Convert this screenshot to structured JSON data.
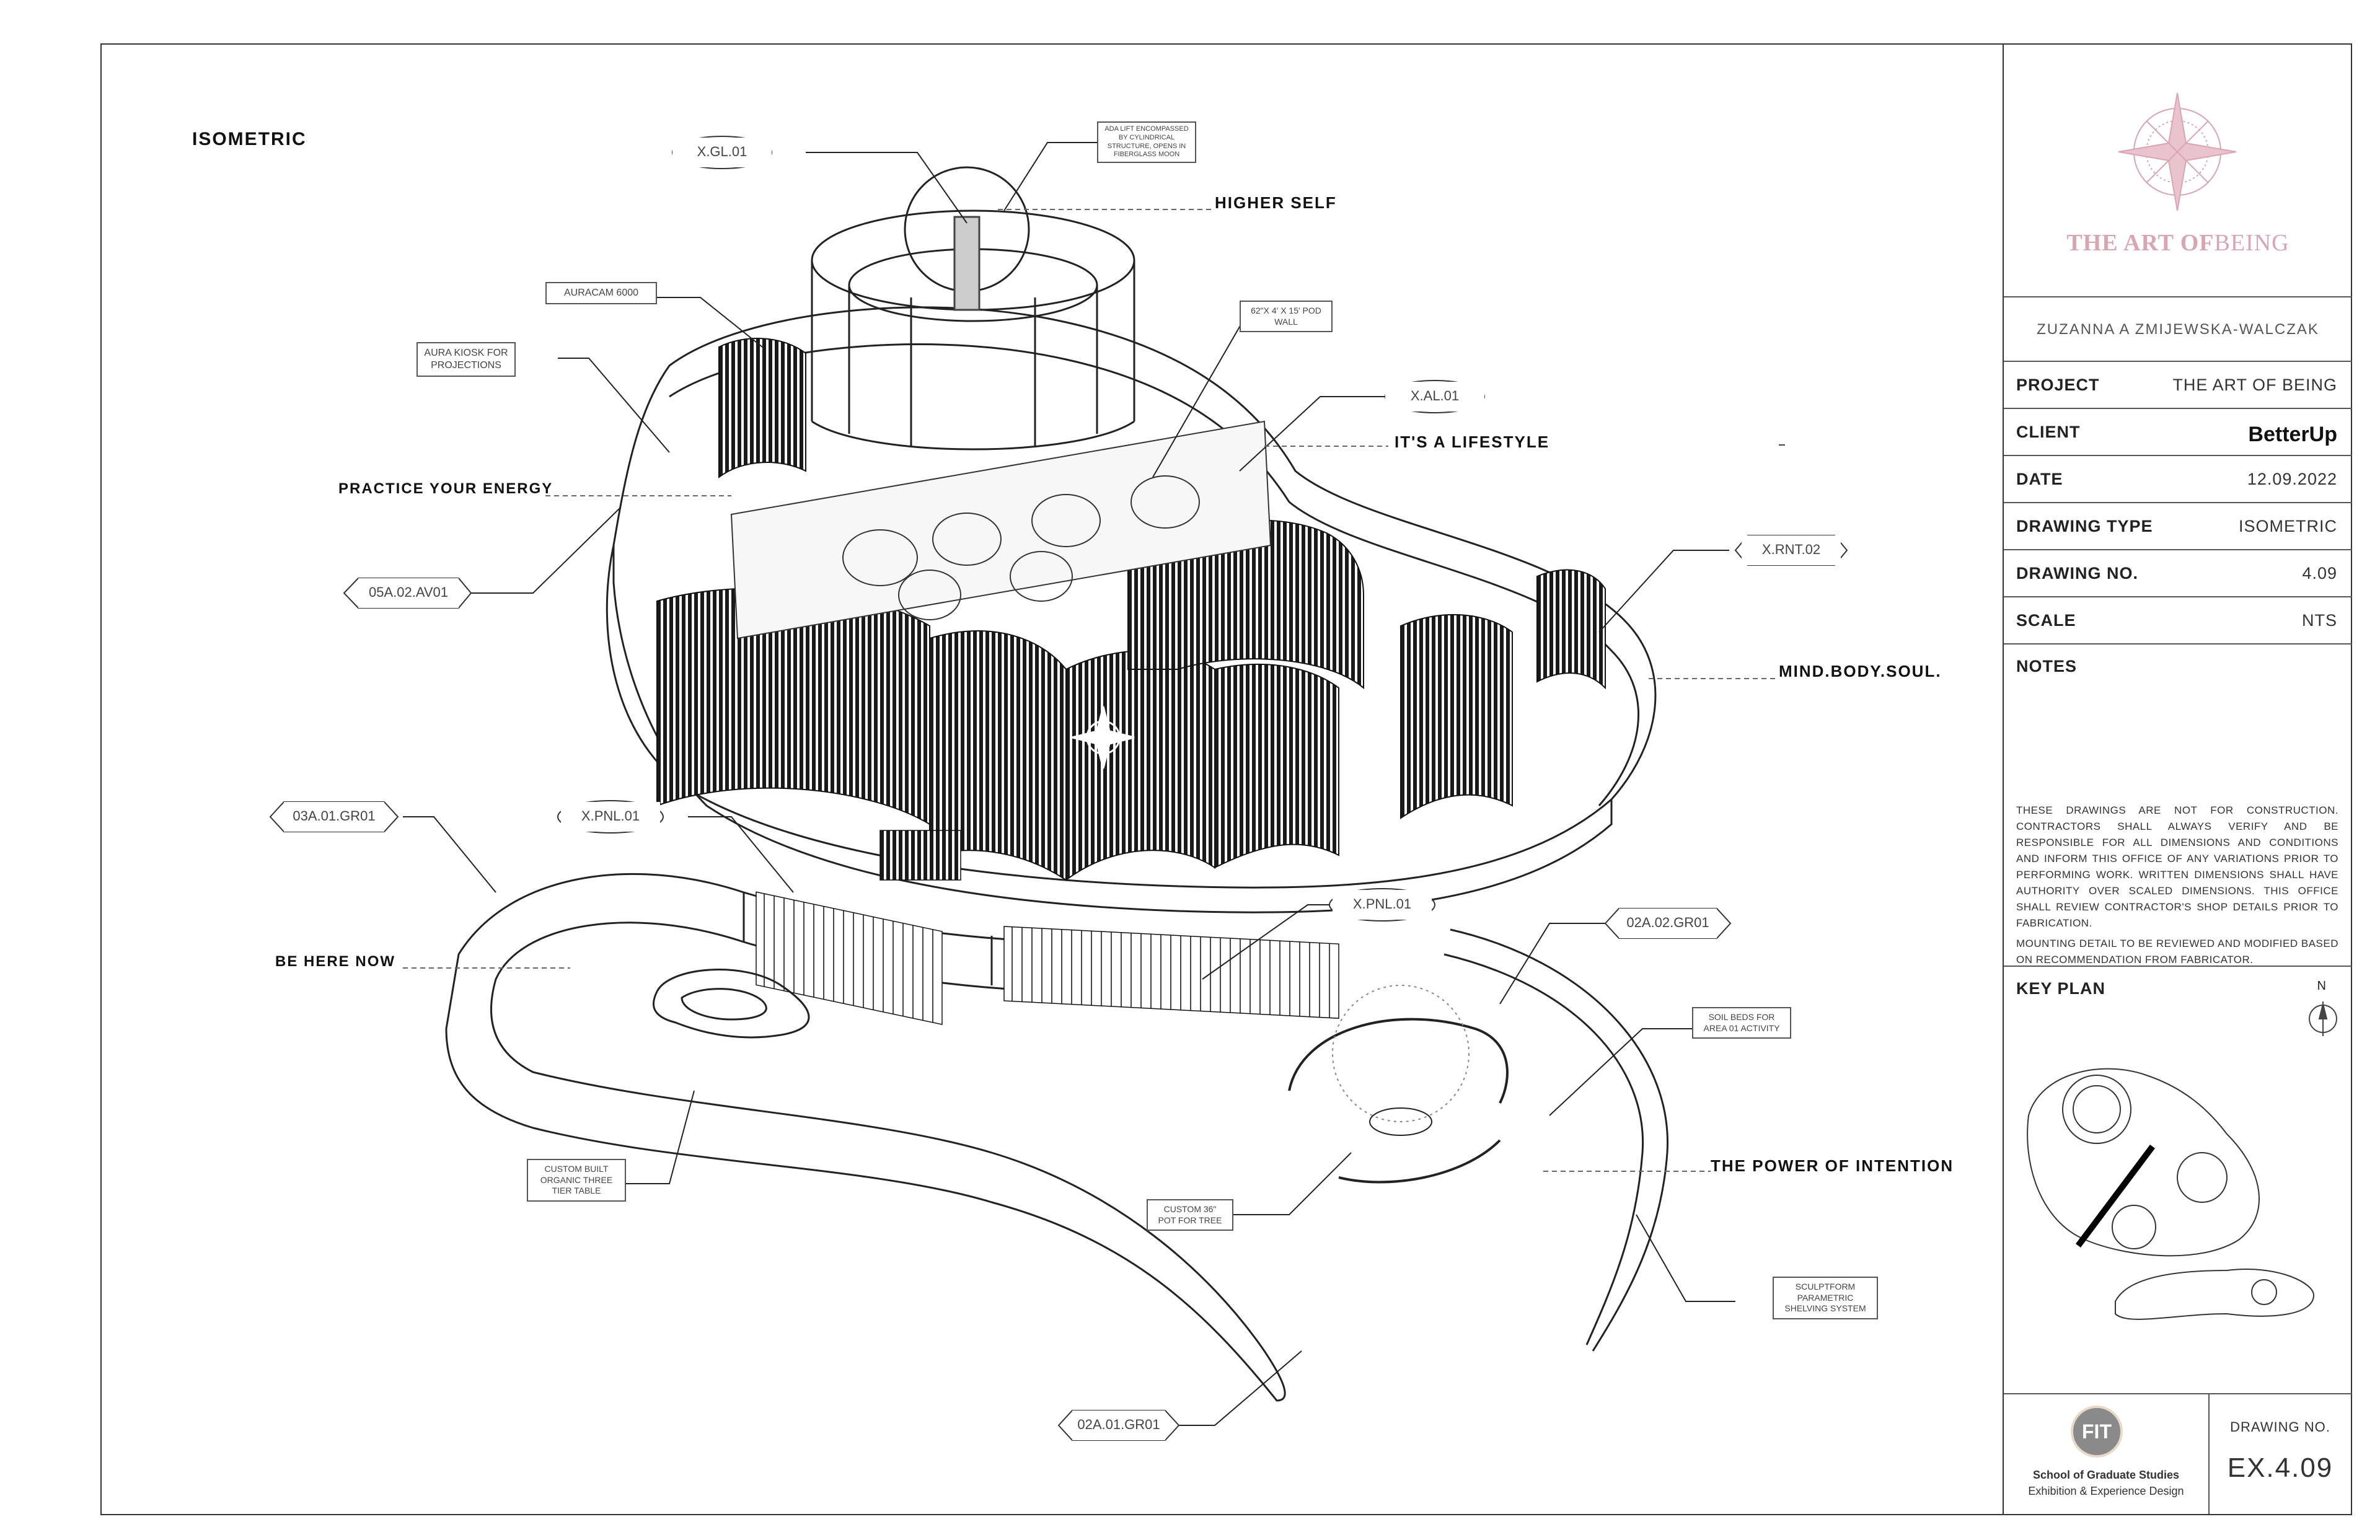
{
  "view_title": "ISOMETRIC",
  "zone_labels": {
    "higher_self": "HIGHER SELF",
    "practice": "PRACTICE YOUR ENERGY",
    "lifestyle": "IT'S A LIFESTYLE",
    "mind_body_soul": "MIND.BODY.SOUL.",
    "be_here_now": "BE HERE NOW",
    "power_of_intention": "THE POWER OF INTENTION"
  },
  "tags": {
    "xgl01": "X.GL.01",
    "xal01": "X.AL.01",
    "xrnt02": "X.RNT.02",
    "av01": "05A.02.AV01",
    "gr01_03a": "03A.01.GR01",
    "xpnl01_a": "X.PNL.01",
    "xpnl01_b": "X.PNL.01",
    "gr01_02a2": "02A.02.GR01",
    "gr01_02a1": "02A.01.GR01"
  },
  "callouts": {
    "ada_lift": "ADA LIFT ENCOMPASSED BY CYLINDRICAL STRUCTURE, OPENS IN FIBERGLASS MOON",
    "auracam": "AURACAM 6000",
    "aura_kiosk": "AURA KIOSK FOR PROJECTIONS",
    "pod_wall": "62\"X 4' X 15' POD WALL",
    "soil_beds": "SOIL BEDS FOR AREA 01 ACTIVITY",
    "tier_table": "CUSTOM BUILT ORGANIC THREE TIER TABLE",
    "pot": "CUSTOM 36\" POT FOR TREE",
    "shelving": "SCULPTFORM PARAMETRIC SHELVING SYSTEM"
  },
  "title_block": {
    "logo_text_1": "THE ART OF",
    "logo_text_2": "BEING",
    "designer": "ZUZANNA A ZMIJEWSKA-WALCZAK",
    "rows": [
      {
        "key": "PROJECT",
        "value": "THE ART OF BEING"
      },
      {
        "key": "CLIENT",
        "value": "BetterUp"
      },
      {
        "key": "DATE",
        "value": "12.09.2022"
      },
      {
        "key": "DRAWING TYPE",
        "value": "ISOMETRIC"
      },
      {
        "key": "DRAWING NO.",
        "value": "4.09"
      },
      {
        "key": "SCALE",
        "value": "NTS"
      }
    ],
    "notes_label": "NOTES",
    "notes_1": "THESE DRAWINGS ARE NOT FOR CONSTRUCTION. CONTRACTORS SHALL ALWAYS VERIFY AND BE RESPONSIBLE FOR ALL DIMENSIONS AND CONDITIONS AND INFORM THIS OFFICE OF ANY VARIATIONS PRIOR TO PERFORMING WORK. WRITTEN DIMENSIONS SHALL HAVE AUTHORITY OVER SCALED DIMENSIONS. THIS OFFICE SHALL REVIEW CONTRACTOR'S SHOP DETAILS PRIOR TO FABRICATION.",
    "notes_2": "MOUNTING DETAIL TO BE REVIEWED AND MODIFIED BASED ON RECOMMENDATION FROM FABRICATOR.",
    "key_plan_label": "KEY PLAN",
    "north": "N",
    "school_badge": "FIT",
    "school_line_1": "School of Graduate Studies",
    "school_line_2": "Exhibition & Experience Design",
    "drawing_no_label": "DRAWING NO.",
    "drawing_no": "EX.4.09"
  },
  "colors": {
    "line": "#222222",
    "logo_pink": "#d9a5b3",
    "badge_gray": "#8a8a8a"
  }
}
